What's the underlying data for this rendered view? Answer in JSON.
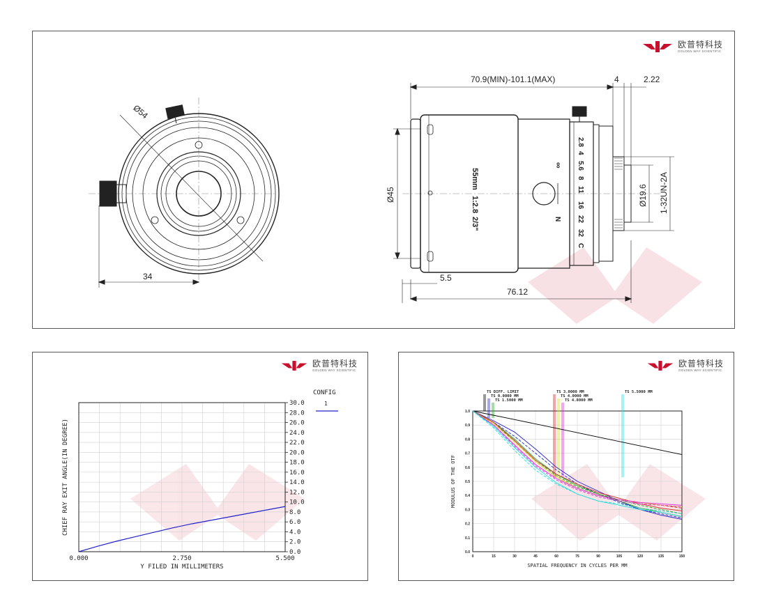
{
  "brand": {
    "name_cn": "欧普特科技",
    "name_en": "GOLDEN WAY SCIENTIFIC",
    "color": "#c8102e"
  },
  "drawing": {
    "front": {
      "dia": "Ø54",
      "width": "34"
    },
    "side": {
      "length": "70.9(MIN)-101.1(MAX)",
      "flange": "4",
      "mount": "2.22",
      "dia": "Ø45",
      "dia_rear": "Ø19.6",
      "thread": "1-32UN-2A",
      "front_offset": "5.5",
      "total": "76.12",
      "barrel_text": [
        "55mm",
        "1:2.8",
        "2/3\""
      ],
      "aperture_scale": [
        "2.8",
        "4",
        "5.6",
        "8",
        "11",
        "16",
        "22",
        "32",
        "C"
      ],
      "focus_inf": "∞",
      "focus_near": "N"
    }
  },
  "cra_chart": {
    "type": "line",
    "xlabel": "Y FILED IN MILLIMETERS",
    "ylabel": "CHIEF RAY EXIT ANGLE(IN DEGREE)",
    "x_ticks": [
      "0.000",
      "2.750",
      "5.500"
    ],
    "y_ticks": [
      "0.0",
      "2.0",
      "4.0",
      "6.0",
      "8.0",
      "10.0",
      "12.0",
      "14.0",
      "16.0",
      "18.0",
      "20.0",
      "22.0",
      "24.0",
      "26.0",
      "28.0",
      "30.0"
    ],
    "xlim": [
      0,
      5.5
    ],
    "ylim": [
      0,
      30
    ],
    "legend_title": "CONFIG",
    "series": [
      {
        "name": "1",
        "color": "#2222cc",
        "x": [
          0,
          0.5,
          1.0,
          1.5,
          2.0,
          2.5,
          3.0,
          3.5,
          4.0,
          4.5,
          5.0,
          5.5
        ],
        "y": [
          0,
          1.1,
          2.1,
          3.0,
          3.9,
          4.8,
          5.6,
          6.3,
          7.0,
          7.7,
          8.4,
          9.1
        ]
      }
    ]
  },
  "mtf_chart": {
    "type": "line",
    "xlabel": "SPATIAL FREQUENCY IN CYCLES PER MM",
    "ylabel": "MODULUS OF THE OTF",
    "x_ticks": [
      "0",
      "15",
      "30",
      "45",
      "60",
      "75",
      "90",
      "105",
      "120",
      "135",
      "150"
    ],
    "y_ticks": [
      "0.0",
      "0.1",
      "0.2",
      "0.3",
      "0.4",
      "0.5",
      "0.6",
      "0.7",
      "0.8",
      "0.9",
      "1.0"
    ],
    "xlim": [
      0,
      150
    ],
    "ylim": [
      0,
      1.0
    ],
    "legend": [
      {
        "label": "TS DIFF. LIMIT",
        "color": "#000000",
        "x": 8
      },
      {
        "label": "TS 0.0000 MM",
        "color": "#2222cc",
        "x": 11
      },
      {
        "label": "TS 1.5000 MM",
        "color": "#22aa22",
        "x": 14
      },
      {
        "label": "TS 3.0000 MM",
        "color": "#dd2222",
        "x": 58
      },
      {
        "label": "TS 4.0000 MM",
        "color": "#dddd22",
        "x": 61
      },
      {
        "label": "TS 4.8000 MM",
        "color": "#dd22dd",
        "x": 64
      },
      {
        "label": "TS 5.5000 MM",
        "color": "#22dddd",
        "x": 107
      }
    ],
    "series": [
      {
        "name": "DIFF. LIMIT",
        "color": "#000000",
        "dash": "",
        "x": [
          0,
          30,
          60,
          90,
          120,
          150
        ],
        "y": [
          1.0,
          0.939,
          0.877,
          0.815,
          0.752,
          0.69
        ]
      },
      {
        "name": "0.0000 T",
        "color": "#2222cc",
        "dash": "",
        "x": [
          0,
          15,
          30,
          45,
          60,
          75,
          90,
          105,
          120,
          135,
          150
        ],
        "y": [
          1.0,
          0.93,
          0.85,
          0.73,
          0.6,
          0.5,
          0.43,
          0.36,
          0.3,
          0.26,
          0.23
        ]
      },
      {
        "name": "0.0000 S",
        "color": "#2222cc",
        "dash": "4,2",
        "x": [
          0,
          15,
          30,
          45,
          60,
          75,
          90,
          105,
          120,
          135,
          150
        ],
        "y": [
          1.0,
          0.92,
          0.82,
          0.7,
          0.58,
          0.48,
          0.41,
          0.35,
          0.3,
          0.27,
          0.24
        ]
      },
      {
        "name": "1.5000 T",
        "color": "#22aa22",
        "dash": "",
        "x": [
          0,
          15,
          30,
          45,
          60,
          75,
          90,
          105,
          120,
          135,
          150
        ],
        "y": [
          1.0,
          0.92,
          0.8,
          0.66,
          0.55,
          0.47,
          0.41,
          0.36,
          0.31,
          0.28,
          0.25
        ]
      },
      {
        "name": "1.5000 S",
        "color": "#22aa22",
        "dash": "4,2",
        "x": [
          0,
          15,
          30,
          45,
          60,
          75,
          90,
          105,
          120,
          135,
          150
        ],
        "y": [
          1.0,
          0.91,
          0.79,
          0.65,
          0.54,
          0.46,
          0.41,
          0.37,
          0.33,
          0.3,
          0.27
        ]
      },
      {
        "name": "3.0000 T",
        "color": "#dd2222",
        "dash": "",
        "x": [
          0,
          15,
          30,
          45,
          60,
          75,
          90,
          105,
          120,
          135,
          150
        ],
        "y": [
          1.0,
          0.92,
          0.79,
          0.65,
          0.55,
          0.48,
          0.42,
          0.38,
          0.34,
          0.31,
          0.29
        ]
      },
      {
        "name": "3.0000 S",
        "color": "#dd2222",
        "dash": "4,2",
        "x": [
          0,
          15,
          30,
          45,
          60,
          75,
          90,
          105,
          120,
          135,
          150
        ],
        "y": [
          1.0,
          0.91,
          0.78,
          0.64,
          0.53,
          0.45,
          0.4,
          0.37,
          0.35,
          0.33,
          0.31
        ]
      },
      {
        "name": "4.0000 T",
        "color": "#dddd22",
        "dash": "",
        "x": [
          0,
          15,
          30,
          45,
          60,
          75,
          90,
          105,
          120,
          135,
          150
        ],
        "y": [
          1.0,
          0.91,
          0.78,
          0.64,
          0.53,
          0.45,
          0.4,
          0.37,
          0.35,
          0.33,
          0.32
        ]
      },
      {
        "name": "4.8000 T",
        "color": "#dd22dd",
        "dash": "",
        "x": [
          0,
          15,
          30,
          45,
          60,
          75,
          90,
          105,
          120,
          135,
          150
        ],
        "y": [
          1.0,
          0.9,
          0.76,
          0.62,
          0.52,
          0.45,
          0.4,
          0.37,
          0.35,
          0.34,
          0.33
        ]
      },
      {
        "name": "4.8000 S",
        "color": "#dd22dd",
        "dash": "4,2",
        "x": [
          0,
          15,
          30,
          45,
          60,
          75,
          90,
          105,
          120,
          135,
          150
        ],
        "y": [
          1.0,
          0.9,
          0.75,
          0.61,
          0.51,
          0.44,
          0.39,
          0.36,
          0.34,
          0.33,
          0.32
        ]
      },
      {
        "name": "5.5000 T",
        "color": "#22dddd",
        "dash": "",
        "x": [
          0,
          15,
          30,
          45,
          60,
          75,
          90,
          105,
          120,
          135,
          150
        ],
        "y": [
          1.0,
          0.89,
          0.74,
          0.6,
          0.49,
          0.41,
          0.36,
          0.33,
          0.3,
          0.28,
          0.25
        ]
      },
      {
        "name": "5.5000 S",
        "color": "#22dddd",
        "dash": "4,2",
        "x": [
          0,
          15,
          30,
          45,
          60,
          75,
          90,
          105,
          120,
          135,
          150
        ],
        "y": [
          1.0,
          0.88,
          0.72,
          0.58,
          0.48,
          0.41,
          0.36,
          0.34,
          0.31,
          0.29,
          0.27
        ]
      }
    ]
  }
}
